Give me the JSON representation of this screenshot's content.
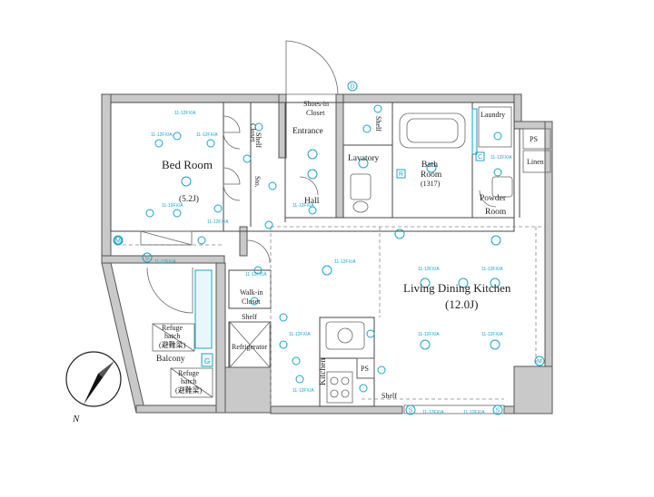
{
  "rooms": {
    "bedroom": "Bed Room",
    "bedroom_size": "(5.2J)",
    "ldk": "Living Dining Kitchen",
    "ldk_size": "(12.0J)",
    "kitchen": "Kitchen",
    "entrance": "Entrance",
    "hall": "Hall",
    "lavatory": "Lavatory",
    "bathroom_line1": "Bath",
    "bathroom_line2": "Room",
    "bathroom_size": "(1317)",
    "powder_line1": "Powder",
    "powder_line2": "Room",
    "laundry": "Laundry",
    "ps_top": "PS",
    "ps_kitchen": "PS",
    "linen": "Linen",
    "balcony": "Balcony",
    "refrigerator": "Refrigerator",
    "walkin_line1": "Walk-in",
    "walkin_line2": "Closet",
    "shelf_walkin": "Shelf",
    "shelf_kitchen": "Shelf",
    "shelf_entrance": "Shelf",
    "shoes_line1": "Shoes-in",
    "shoes_line2": "Closet",
    "closet_vertical": "Closet",
    "shelf_vertical": "Shelf",
    "storage_vertical": "Sto.",
    "refuge1_line1": "Refuge",
    "refuge1_line2": "hatch",
    "refuge1_line3": "(避難梁)",
    "refuge2_line1": "Refuge",
    "refuge2_line2": "hatch",
    "refuge2_line3": "(避難梁)"
  },
  "symbols": {
    "north_label": "N",
    "gas_g": "G",
    "marker_s": "S",
    "marker_m": "M",
    "marker_r": "R",
    "marker_c": "C",
    "marker_d": "D",
    "lighting_code": "11-12FX/A"
  },
  "colors": {
    "wall": "#c9c9c9",
    "equipment": "#1aa3c4",
    "ink": "#222222"
  }
}
